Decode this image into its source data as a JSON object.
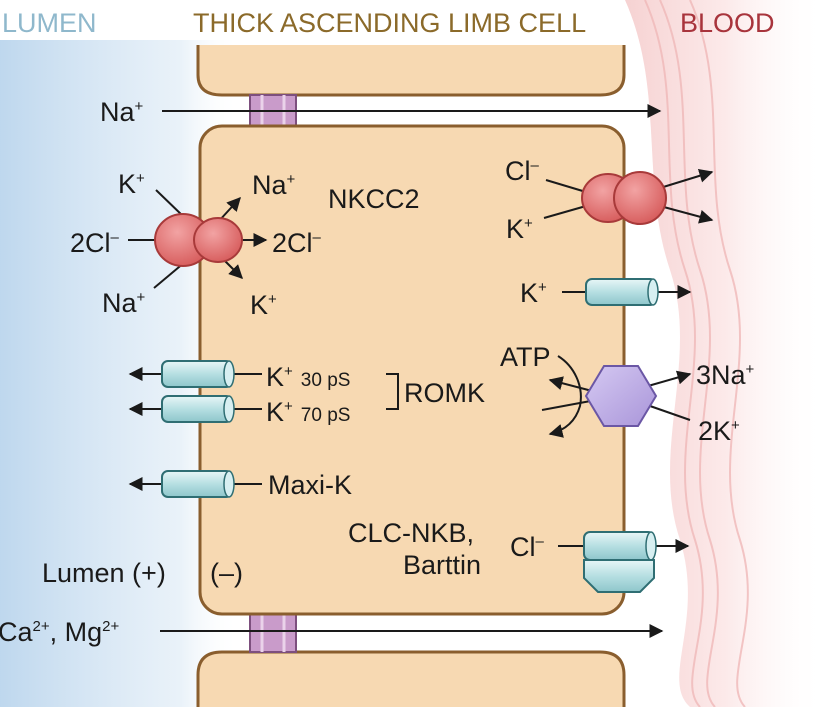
{
  "headers": {
    "lumen": "LUMEN",
    "cell": "THICK ASCENDING LIMB CELL",
    "blood": "BLOOD"
  },
  "colors": {
    "lumen": "#8fb8cc",
    "cell_header": "#8b6a2a",
    "blood": "#a8343c",
    "cell_fill": "#f7d9b2",
    "cell_border": "#8a5e2e",
    "junction": "#c79ac8",
    "transporter": "#d96a6a",
    "channel": "#b9e0e3",
    "pump": "#b9a6e0"
  },
  "paracellular": {
    "na": {
      "base": "Na",
      "sup": "+"
    },
    "ca_mg": {
      "ca": "Ca",
      "ca_sup": "2+",
      "sep": ", ",
      "mg": "Mg",
      "mg_sup": "2+"
    }
  },
  "nkcc2": {
    "name": "NKCC2",
    "lumen_k": {
      "base": "K",
      "sup": "+"
    },
    "lumen_cl": {
      "base": "2Cl",
      "sup": "–"
    },
    "lumen_na": {
      "base": "Na",
      "sup": "+"
    },
    "cell_na": {
      "base": "Na",
      "sup": "+"
    },
    "cell_cl": {
      "base": "2Cl",
      "sup": "–"
    },
    "cell_k": {
      "base": "K",
      "sup": "+"
    }
  },
  "basolateral_kcc": {
    "cl": {
      "base": "Cl",
      "sup": "–"
    },
    "k": {
      "base": "K",
      "sup": "+"
    }
  },
  "basolateral_k_channel": {
    "base": "K",
    "sup": "+"
  },
  "romk": {
    "name": "ROMK",
    "ch1": {
      "base": "K",
      "sup": "+",
      "conductance": "30 pS"
    },
    "ch2": {
      "base": "K",
      "sup": "+",
      "conductance": "70 pS"
    }
  },
  "maxik": {
    "name": "Maxi-K"
  },
  "nak_pump": {
    "atp": "ATP",
    "na": {
      "base": "3Na",
      "sup": "+"
    },
    "k": {
      "base": "2K",
      "sup": "+"
    }
  },
  "clc": {
    "name_line1": "CLC-NKB,",
    "name_line2": "Barttin",
    "cl": {
      "base": "Cl",
      "sup": "–"
    }
  },
  "potential": {
    "lumen": "Lumen (+)",
    "cell": "(–)"
  }
}
